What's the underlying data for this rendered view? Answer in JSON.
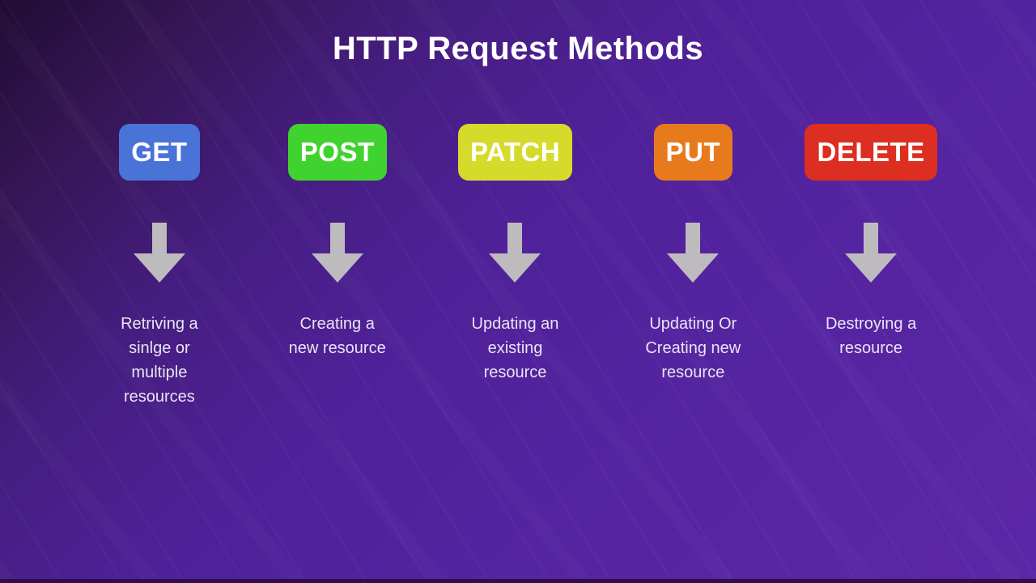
{
  "title": "HTTP Request Methods",
  "colors": {
    "background_top_left": "#1f0c33",
    "background_bottom_right": "#5b27a8",
    "arrow": "#bebbbf",
    "badge_text": "#ffffff",
    "description_text": "#e9e5f3"
  },
  "methods": [
    {
      "label": "GET",
      "color": "#4a73d8",
      "description": "Retriving a\nsinlge or\nmultiple\nresources"
    },
    {
      "label": "POST",
      "color": "#40d22f",
      "description": "Creating a\nnew resource"
    },
    {
      "label": "PATCH",
      "color": "#d6da2b",
      "description": "Updating an\nexisting\nresource"
    },
    {
      "label": "PUT",
      "color": "#e87a1e",
      "description": "Updating Or\nCreating new\nresource"
    },
    {
      "label": "DELETE",
      "color": "#dc2e21",
      "description": "Destroying a\nresource"
    }
  ]
}
